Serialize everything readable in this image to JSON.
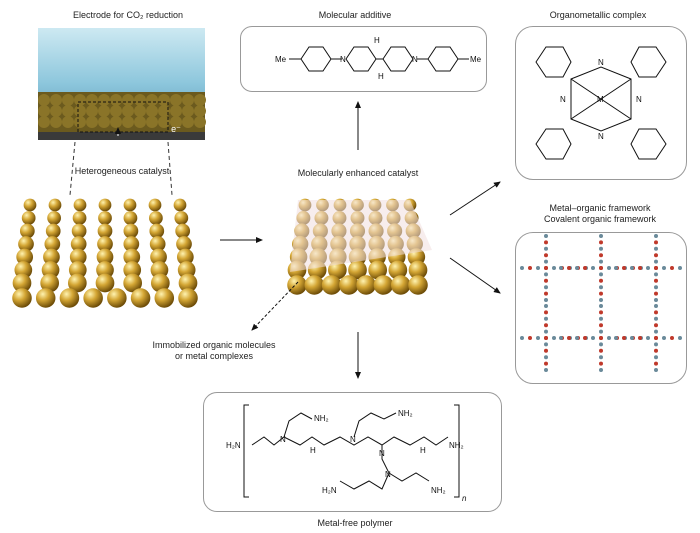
{
  "titles": {
    "electrode": "Electrode for CO₂ reduction",
    "heterogeneous": "Heterogeneous catalyst",
    "enhanced": "Molecularly enhanced catalyst",
    "additive": "Molecular additive",
    "organometallic": "Organometallic complex",
    "framework_1": "Metal–organic framework",
    "framework_2": "Covalent organic framework",
    "immobilized_1": "Immobilized organic molecules",
    "immobilized_2": "or metal complexes",
    "polymer": "Metal-free polymer"
  },
  "photo": {
    "electron_label": "e⁻"
  },
  "additive": {
    "me": "Me",
    "n": "N",
    "h": "H"
  },
  "complex": {
    "n": "N",
    "metal": "M"
  },
  "polymer": {
    "nh2": "NH₂",
    "h2n": "H₂N",
    "n": "N",
    "h": "H",
    "repeat": "n"
  },
  "colors": {
    "gold": "#c9a030",
    "water": "#9ccfe0",
    "arrow": "#111"
  }
}
